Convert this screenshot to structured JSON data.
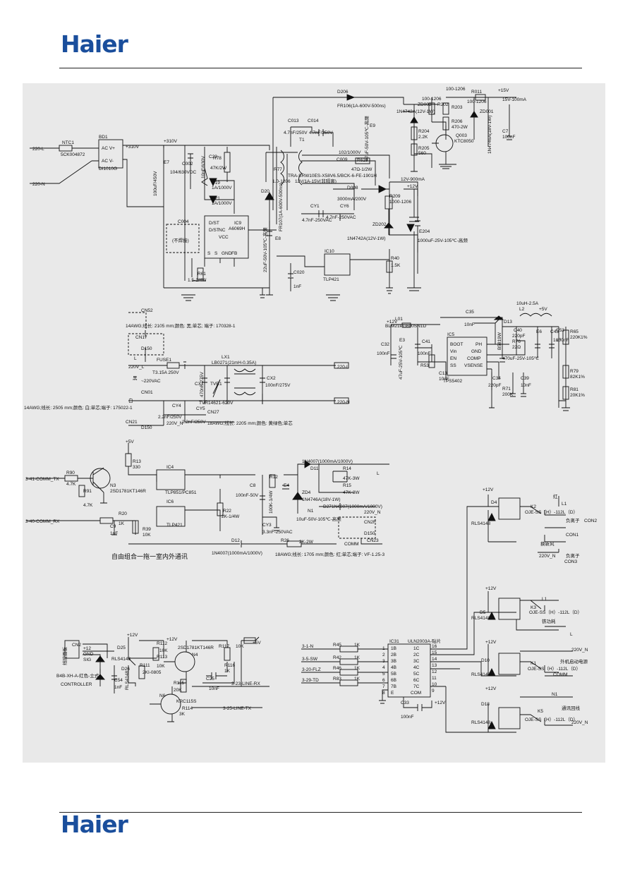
{
  "brand": {
    "name": "Haier",
    "color": "#1a4e9c"
  },
  "schematic": {
    "power": {
      "in_l": "220-L",
      "in_n": "220-N",
      "ntc": "NTC1",
      "ntc_val": "5CK004872",
      "bd": "BD1",
      "bd_ac1": "AC V+",
      "bd_ac2": "AC V-",
      "bd_part": "DI1010G",
      "v310": "+310V",
      "v310b": "+310V",
      "e7": "E7",
      "e7_val": "100uF/450V",
      "c002": "C002",
      "c002_val": "104/630VDC",
      "c23": "C23",
      "c23_val": "10nF/630V",
      "r78": "R78",
      "r78_val": "47K/2W",
      "d19": "D19",
      "d19_val": "1A/1000V",
      "d21": "D21",
      "d21_val": "1A/1000V",
      "ic9": "IC9",
      "ic9_part": "A6069H",
      "ic9_pins": [
        "D/ST",
        "D/ST",
        "NC",
        "VCC",
        "S",
        "S",
        "GND",
        "FB"
      ],
      "c004": "C004",
      "c004_val": "(不焊接)",
      "r61": "R61",
      "r61_val": "1.5-1/4W",
      "c013": "C013",
      "c013_val": "4.7nF/250V",
      "c014": "C014",
      "c014_val": "4.7nF/250V",
      "t1": "T1",
      "t1_part": "TRA-SRW10ES-X58V6.5/BCK-6-FE-1901H",
      "r77": "R77",
      "r77_val": "1.0-1206",
      "out_rating": "12V/1A-15V(非隔离)",
      "d20": "D20",
      "e8": "E8",
      "e8_val": "22uF-50V-105℃-高频",
      "d20_val": "FR107(1A-600V-500ns)",
      "d206": "D206",
      "d206_val": "FR106(1A-600V-500ns)",
      "c009": "C009",
      "c009_val": "102/1000V",
      "r618": "R618",
      "r618_val": "47Ω-1/2W",
      "d008": "D008",
      "d008_val": "3000mA/200V",
      "cy1": "CY1",
      "cy1_val": "4.7nF-250VAC",
      "cy6": "CY6",
      "cy6_val": "4.7nF-250VAC",
      "e9": "E9",
      "e9_val": "47uF-50V-105℃-高频",
      "zd003": "ZD003",
      "zd003_val": "1N4742A(12V-1W)",
      "r204": "R204",
      "r204_val": "2.2K",
      "r205": "R205",
      "r205_val": "560",
      "r202": "R202",
      "r203": "R203",
      "r206": "R206",
      "r206_val": "470-2W",
      "r011": "R011",
      "r011_val": "100-1206",
      "zd001": "ZD001",
      "zd001_val": "1N4746A(18V-1W)",
      "q003": "Q003",
      "q003_part": "KTC8050",
      "c7": "C7",
      "c7_val": "100nF",
      "v15": "+15V",
      "v15_val": "15V-100mA",
      "v12_label": "12V-900mA",
      "v12": "+12V",
      "r209": "R209",
      "r209_val": "1000-1206",
      "zd202": "ZD202",
      "zd202_val": "1N4742A(12V-1W)",
      "e204": "E204",
      "e204_val": "1000uF-25V-105℃-高频",
      "ic10": "IC10",
      "ic10_part": "TLP421",
      "r40": "R40",
      "r40_val": "1.5K",
      "c020": "C020",
      "c020_val": "1nF",
      "r_100": "100-1206"
    },
    "filter": {
      "cn52": "CN52",
      "cn52_note": "14AWG;线长: 2105 mm;颜色: 黑;单芯; 端子: 170328-1",
      "cn17": "CN17",
      "d150": "D150",
      "l_label": "L",
      "fuse": "FUSE1",
      "fuse_val": "T3.15A 250V",
      "v220": "~220VAC",
      "black": "黑",
      "white": "白",
      "in_l": "220V_L",
      "out_l": "220-L",
      "out_n": "220-N",
      "lx1": "LX1",
      "lx1_val": "LB0271(21mH-0.35A)",
      "cx1": "CX1",
      "cx1_val": "470nF-275V",
      "cx2": "CX2",
      "cx2_val": "100nF/275V",
      "tvr": "TVR1",
      "tvr_val": "TVR14621-620V",
      "cy4": "CY4",
      "cy5": "CY5",
      "cy_val": "2.2nF/250V",
      "cn01": "CN01",
      "cn01_note": "14AWG;线长: 2505 mm;颜色: 白;单芯;端子: 175022-1",
      "cn27": "CN27",
      "cn27_note": "18AWG;线长: 2205 mm;颜色: 黄绿色;单芯",
      "cn21": "CN21",
      "n_label": "220V_N"
    },
    "buck": {
      "v12": "+12V",
      "e3": "E3",
      "e3_val": "47uF-25V-105℃",
      "c32": "C32",
      "c32_val": "100nF",
      "l01": "L01",
      "l01_val": "BLM21PG600SN1D",
      "c41": "C41",
      "c41_val": "100nF",
      "r53": "R53",
      "c13": "C13",
      "c13_val": "10nF",
      "ic5": "IC5",
      "ic5_part": "TPS5402",
      "ic5_pins": [
        "BOOT",
        "Vin",
        "EN",
        "SS",
        "PH",
        "GND",
        "COMP",
        "VSENSE"
      ],
      "c35": "C35",
      "c35_val": "10nF",
      "d13": "D13",
      "d13_val": "B5819W",
      "l2": "L2",
      "l2_val": "10uH-2.5A",
      "c40": "C40",
      "c40_val": "220pF",
      "r76": "R76",
      "r76_val": "22Ω",
      "e6": "E6",
      "e6_val": "470uF-25V-105℃",
      "v5": "+5V",
      "c43": "C43",
      "c43_val": "1uF",
      "c53": "C53",
      "c53_val": "100nF",
      "r65": "R65",
      "r65_val": "220K1%",
      "c34": "C34",
      "c34_val": "220pF",
      "c39": "C39",
      "c39_val": "10nF",
      "r71": "R71",
      "r71_val": "200K",
      "r79": "R79",
      "r79_val": "82K1%",
      "r81": "R81",
      "r81_val": "20K1%"
    },
    "comm": {
      "v5": "+5V",
      "r13": "R13",
      "r13_val": "330",
      "tx": "3-41-COMM_TX",
      "rx": "3-40-COMM_RX",
      "r90": "R90",
      "r90_val": "4.7K",
      "r91": "R91",
      "r91_val": "4.7K",
      "n3": "N3",
      "n3_part": "2SD1781KT146R",
      "ic4": "IC4",
      "ic4_part": "TLP851/PC851",
      "ic6": "IC6",
      "ic6_part": "TLP421",
      "r20": "R20",
      "r20_val": "1K",
      "r39": "R39",
      "r39_val": "10K",
      "c9": "C9",
      "c9_val": "1nF",
      "r22": "R22",
      "r22_val": "2K-1/4W",
      "c8": "C8",
      "c8_val": "100nF-50V",
      "r12": "R12",
      "r12_val": "100K-1/4W",
      "e4": "E4",
      "zd4": "ZD4",
      "zd4_val": "1N4746A(18V-1W)",
      "cy3": "CY3",
      "cy3_val": "3.3nF-250VAC",
      "e4_val": "10uF-50V-105℃-高频",
      "d11": "D11",
      "d11_val": "1N4007(1000mA/1000V)",
      "r14": "R14",
      "r14_val": "47K-3W",
      "r15": "R15",
      "r15_val": "47K-3W",
      "d27": "D27",
      "d27_val": "1N4007(1000mA/1000V)",
      "n1": "N1",
      "d12": "D12",
      "d12_val": "1N4007(1000mA/1000V)",
      "r26": "R26",
      "r26_val": "2K-2W",
      "cn2f": "CN2F",
      "d150": "D150",
      "n_out": "220V_N",
      "comm": "COMM",
      "cn23": "CN23",
      "cn23_note": "18AWG;线长: 1705 mm;颜色: 红;单芯;端子: VF-1.25-3",
      "title": "自由组合一拖一室内外通讯",
      "l_out": "L"
    },
    "controller": {
      "cn2": "CN2",
      "v12": "+12",
      "gnd": "GND",
      "sig": "SIG",
      "side": "线控面板",
      "conn": "B4B-XH-A-红色-立式",
      "name": "CONTROLLER",
      "d25": "D25",
      "d26": "D26",
      "d_part": "RLS4148",
      "c54": "C54",
      "c54_val": "1nF",
      "r111": "R111",
      "r111_val": "2K",
      "r112": "R112",
      "r112_val": "10K",
      "r113": "R113",
      "r113_val": "10K",
      "r114": "R114",
      "n4": "N4",
      "n4_part": "2SD1781KT146R",
      "n6": "N6",
      "n6_part": "KRC115S",
      "r115": "R115",
      "r115_val": "20K",
      "r116": "R116",
      "r116_val": "1K",
      "r117": "R117",
      "r117_val": "10K",
      "c25": "C25",
      "c25_val": "10nF",
      "v5": "+5V",
      "v12b": "+12V",
      "v12c": "+12V",
      "rx": "3-23-LINE-RX",
      "tx": "3-25-LINE-TX",
      "r_series": "2KI-0805",
      "r_k": "3K"
    },
    "relay": {
      "ic31": "IC31",
      "ic31_part": "ULN2003A-贴片",
      "inputs": [
        "3-1-N",
        "3-5-SW",
        "3-20-FLZ",
        "3-29-TD"
      ],
      "rnames": [
        "R45",
        "R42",
        "R46",
        "R83"
      ],
      "rval": "1K",
      "pins_l": [
        "1B",
        "2B",
        "3B",
        "4B",
        "5B",
        "6B",
        "7B",
        "E"
      ],
      "pins_r": [
        "1C",
        "2C",
        "3C",
        "4C",
        "5C",
        "6C",
        "7C",
        "COM"
      ],
      "pinnums_l": [
        "1",
        "2",
        "3",
        "4",
        "5",
        "6",
        "7",
        "8"
      ],
      "pinnums_r": [
        "16",
        "15",
        "14",
        "13",
        "12",
        "11",
        "10",
        "9"
      ],
      "c33": "C33",
      "c33_val": "100nF",
      "v12": "+12V",
      "k2": "K2",
      "k2_part": "OJE-SS（H）-112L（D）",
      "k2_desc": "负离子",
      "k2_con": "CON2",
      "con1": "CON1",
      "con1_desc": "换新风",
      "con3": "CON3",
      "con3_desc": "负离子",
      "l1": "L1",
      "n_v": "220V_N",
      "k3": "K3",
      "k3_part": "OJE-SS（H）-112L（D）",
      "k3_desc": "铁功耗",
      "k1": "K1",
      "k1_part": "OJE-SS（H）-112L（D）",
      "k1_desc": "外机启动电源",
      "k5": "K5",
      "k5_part": "OJE-SS（H）-112L（D）",
      "k5_desc": "通讯回线",
      "d4": "D4",
      "d5": "D5",
      "d10": "D10",
      "d18": "D18",
      "d_part": "RLS4148",
      "comm": "COMM",
      "n1": "N1",
      "num1": "1",
      "sig1": "L1",
      "l": "L",
      "red": "红"
    }
  }
}
